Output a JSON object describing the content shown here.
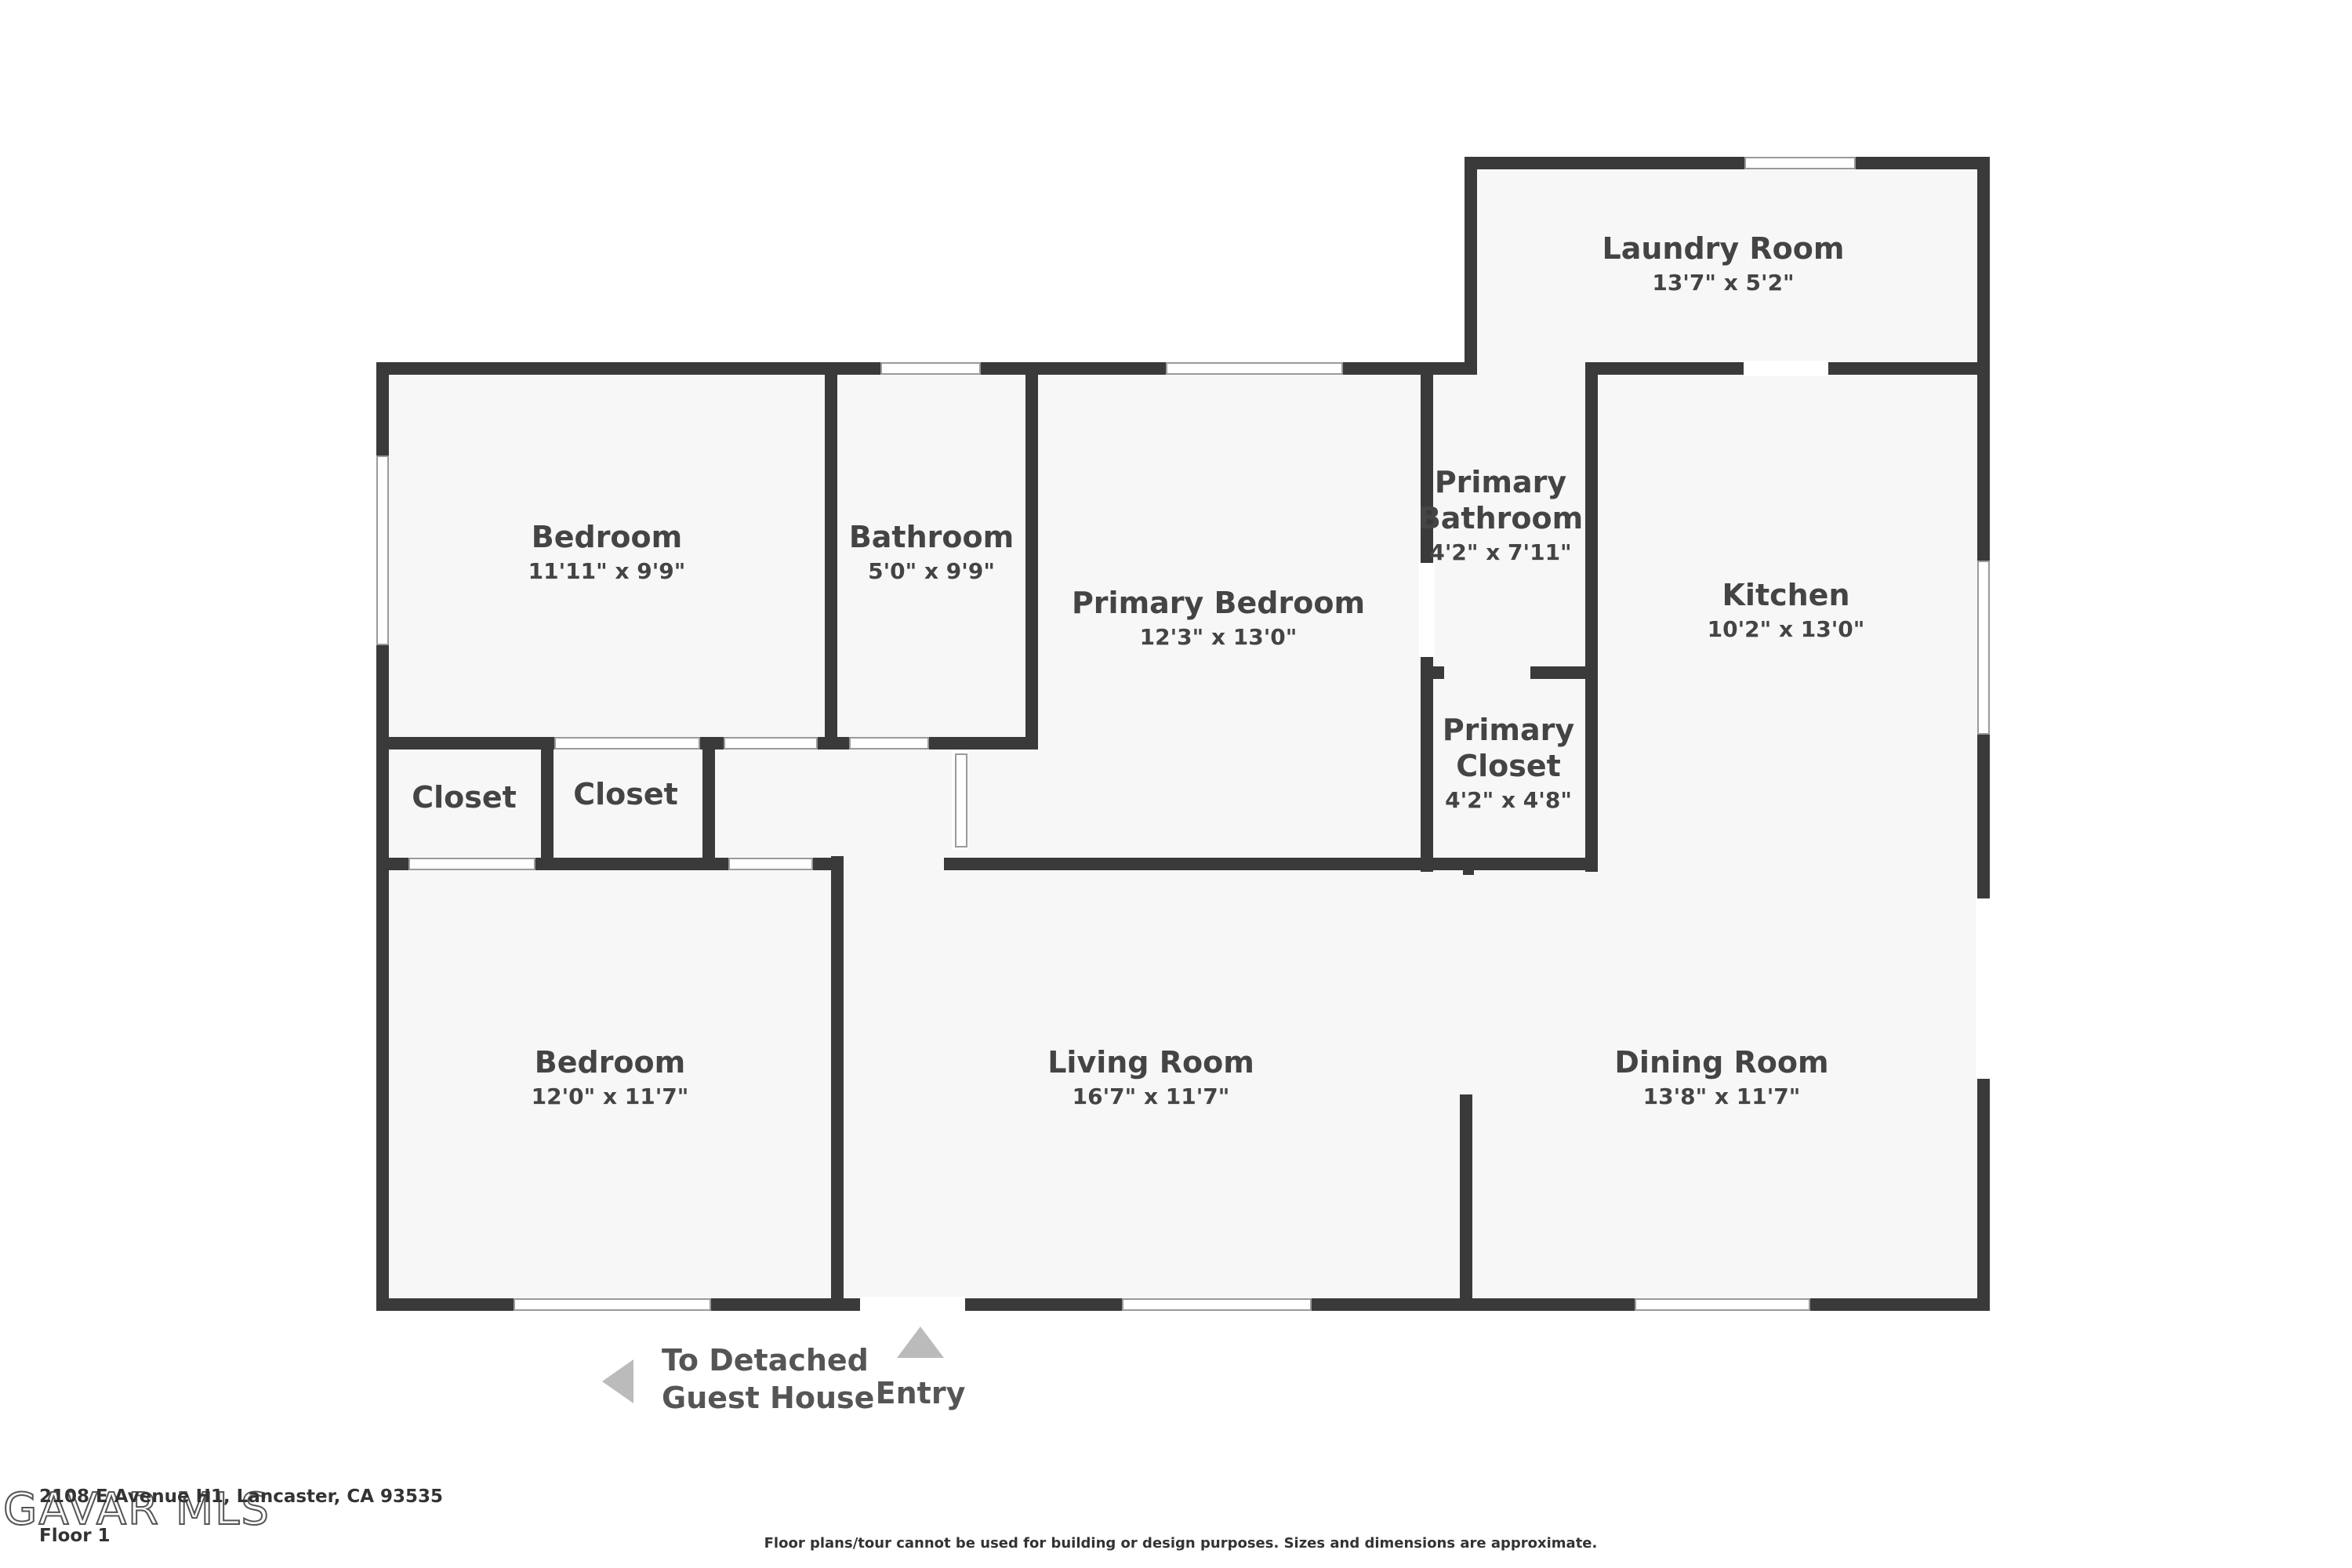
{
  "rooms": {
    "laundry": {
      "name": "Laundry Room",
      "dim": "13'7\" x 5'2\""
    },
    "bedroom1": {
      "name": "Bedroom",
      "dim": "11'11\" x 9'9\""
    },
    "bathroom": {
      "name": "Bathroom",
      "dim": "5'0\" x 9'9\""
    },
    "primary_bedroom": {
      "name": "Primary Bedroom",
      "dim": "12'3\" x 13'0\""
    },
    "primary_bathroom": {
      "name_line1": "Primary",
      "name_line2": "Bathroom",
      "dim": "4'2\" x 7'11\""
    },
    "kitchen": {
      "name": "Kitchen",
      "dim": "10'2\" x 13'0\""
    },
    "primary_closet": {
      "name_line1": "Primary",
      "name_line2": "Closet",
      "dim": "4'2\" x 4'8\""
    },
    "closet1": {
      "name": "Closet"
    },
    "closet2": {
      "name": "Closet"
    },
    "bedroom2": {
      "name": "Bedroom",
      "dim": "12'0\" x 11'7\""
    },
    "living": {
      "name": "Living Room",
      "dim": "16'7\" x 11'7\""
    },
    "dining": {
      "name": "Dining Room",
      "dim": "13'8\" x 11'7\""
    }
  },
  "navigation": {
    "guest_house_line1": "To Detached",
    "guest_house_line2": "Guest House",
    "entry": "Entry"
  },
  "footer": {
    "address": "2108 E Avenue H1, Lancaster, CA 93535",
    "floor": "Floor 1",
    "disclaimer": "Floor plans/tour cannot be used for building or design purposes. Sizes and dimensions are approximate.",
    "watermark": "GAVAR MLS"
  }
}
